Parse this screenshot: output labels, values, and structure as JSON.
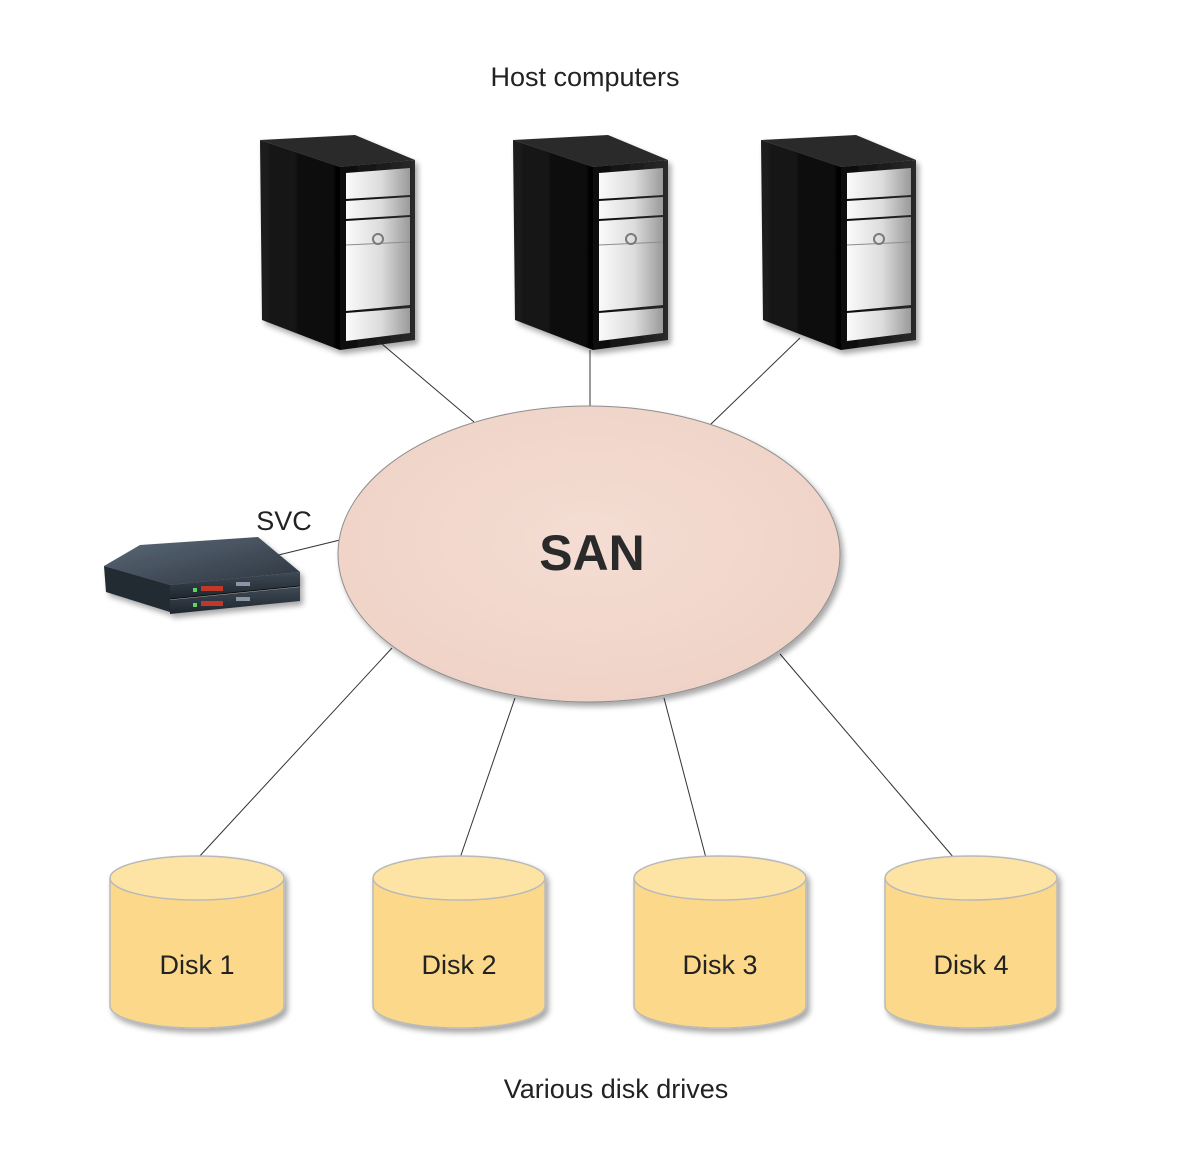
{
  "title": "Host computers",
  "footer": "Various disk drives",
  "network": {
    "label": "SAN",
    "fill": "#f1d7cc"
  },
  "svc": {
    "label": "SVC"
  },
  "hosts": [
    {
      "icon": "server-tower-icon"
    },
    {
      "icon": "server-tower-icon"
    },
    {
      "icon": "server-tower-icon"
    }
  ],
  "disks": [
    {
      "label": "Disk 1"
    },
    {
      "label": "Disk 2"
    },
    {
      "label": "Disk 3"
    },
    {
      "label": "Disk 4"
    }
  ],
  "colors": {
    "disk_fill": "#fcd98a",
    "disk_stroke": "#b9b9b9",
    "line": "#333333"
  }
}
